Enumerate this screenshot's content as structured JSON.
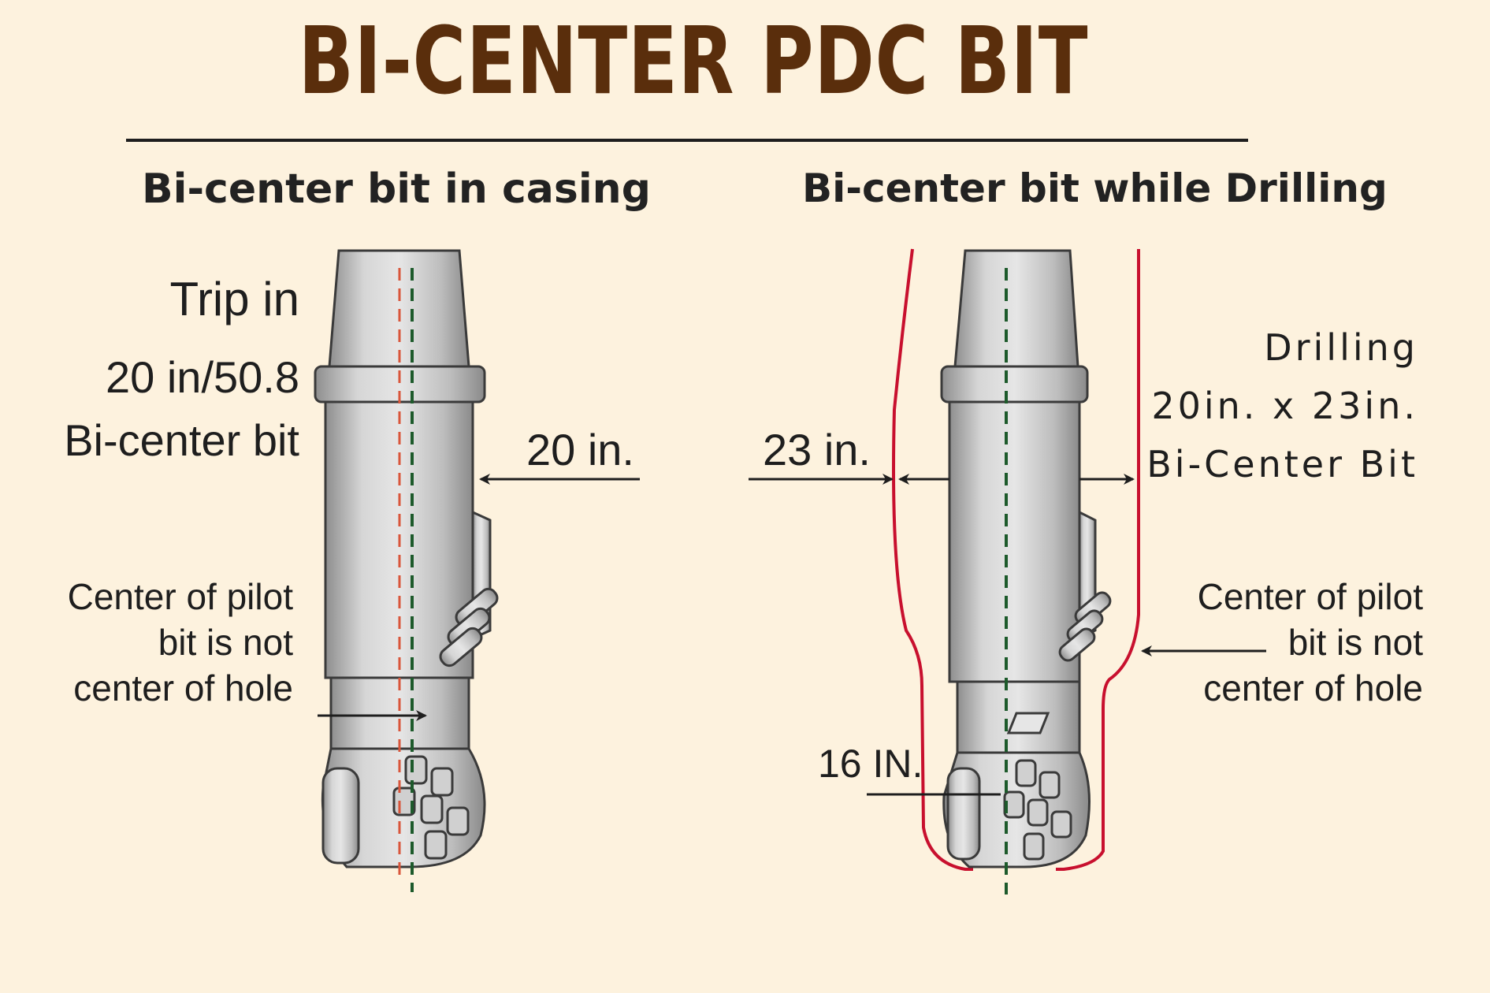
{
  "title": "BI-CENTER PDC BIT",
  "left_panel": {
    "heading": "Bi-center bit in casing",
    "trip_in": "Trip in",
    "bit_size": "20 in/50.8",
    "bit_name": "Bi-center bit",
    "casing_dim": "20 in.",
    "pilot_note": [
      "Center of pilot",
      "bit is not",
      "center of hole"
    ]
  },
  "right_panel": {
    "heading": "Bi-center bit while Drilling",
    "mode": "Drilling",
    "bit_size": "20in. x 23in.",
    "bit_name": "Bi-Center Bit",
    "hole_dim": "23 in.",
    "pilot_dim": "16 IN.",
    "pilot_note": [
      "Center of pilot",
      "bit is not",
      "center of hole"
    ]
  },
  "colors": {
    "background": "#fdf2de",
    "title": "#5a2e0c",
    "hole_wall": "#c8102e",
    "tool_center": "#1d5a2b",
    "casing_center": "#d9553a",
    "steel": "#c9c9c9"
  }
}
